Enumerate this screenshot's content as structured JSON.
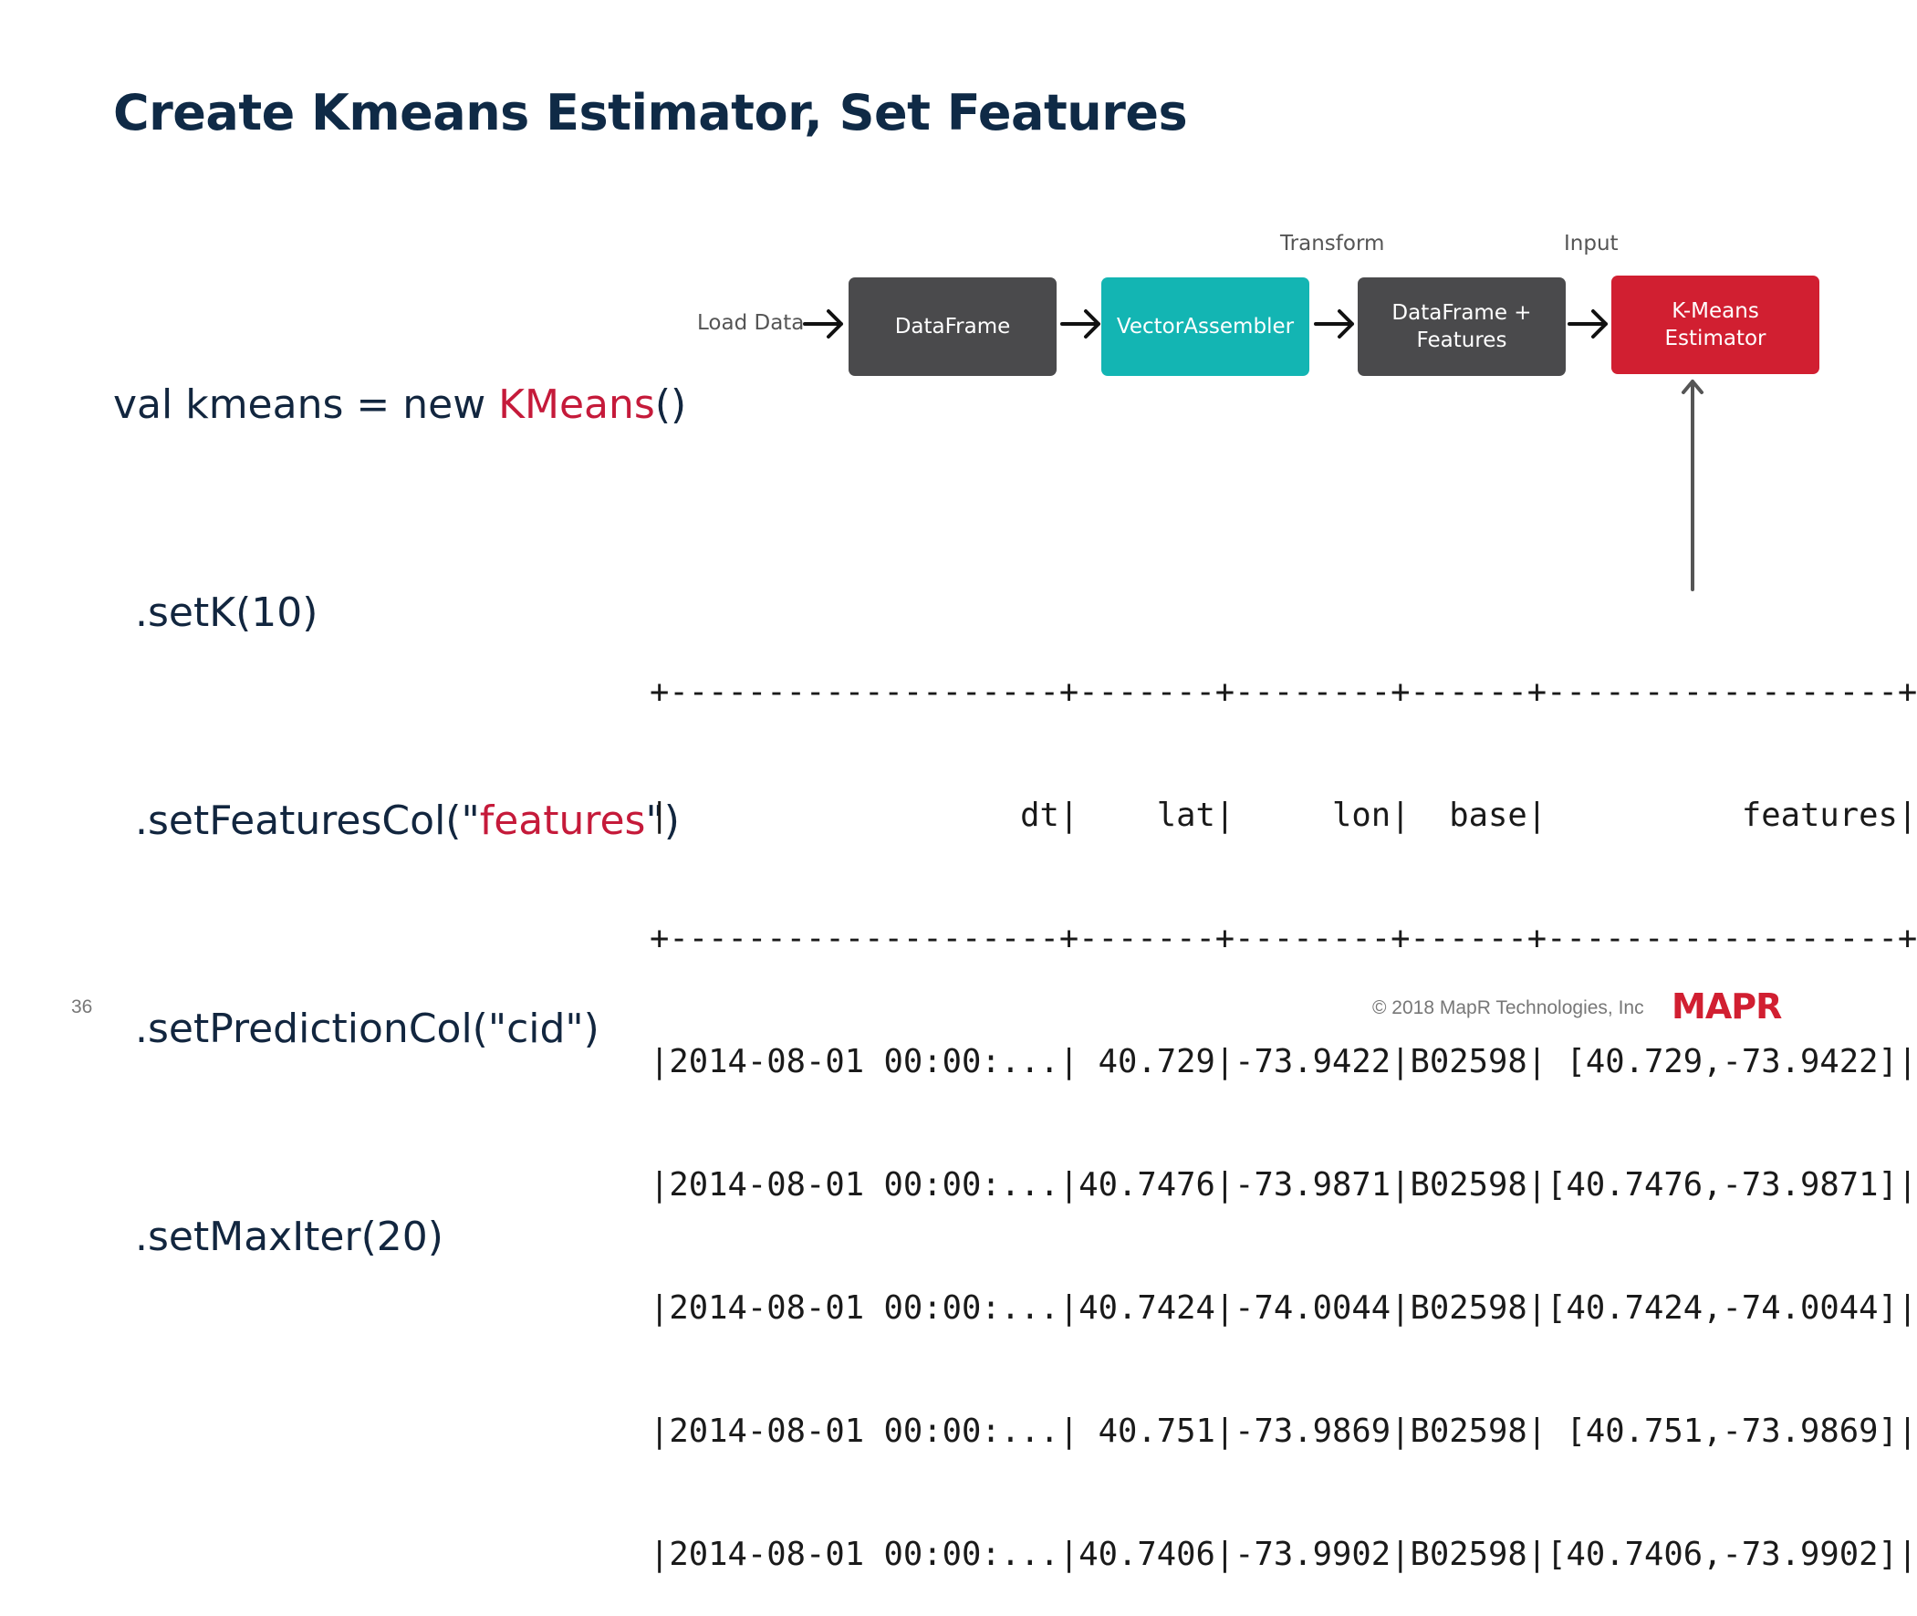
{
  "slide": {
    "title": "Create Kmeans Estimator, Set Features",
    "page_number": "36",
    "copyright": "© 2018 MapR Technologies, Inc",
    "logo_text": "MAPR"
  },
  "code": {
    "line1_pre": "val kmeans = new ",
    "line1_kw": "KMeans",
    "line1_post": "()",
    "line2": ".setK(10)",
    "line3_pre": ".setFeaturesCol(\"",
    "line3_kw": "features",
    "line3_post": "\")",
    "line4": ".setPredictionCol(\"cid\")",
    "line5": ".setMaxIter(20)"
  },
  "pipeline": {
    "load_label": "Load Data",
    "transform_label": "Transform",
    "input_label": "Input",
    "box_dataframe": "DataFrame",
    "box_vector": "VectorAssembler",
    "box_features_1": "DataFrame +",
    "box_features_2": "Features",
    "box_kmeans_1": "K-Means",
    "box_kmeans_2": "Estimator"
  },
  "table": {
    "border_top": "+--------------------+-------+--------+------+------------------+",
    "header": "|                  dt|    lat|     lon|  base|          features|",
    "border_mid": "+--------------------+-------+--------+------+------------------+",
    "rows": [
      "|2014-08-01 00:00:...| 40.729|-73.9422|B02598| [40.729,-73.9422]|",
      "|2014-08-01 00:00:...|40.7476|-73.9871|B02598|[40.7476,-73.9871]|",
      "|2014-08-01 00:00:...|40.7424|-74.0044|B02598|[40.7424,-74.0044]|",
      "|2014-08-01 00:00:...| 40.751|-73.9869|B02598| [40.751,-73.9869]|",
      "|2014-08-01 00:00:...|40.7406|-73.9902|B02598|[40.7406,-73.9902]|"
    ]
  },
  "colors": {
    "title": "#0f2a46",
    "keyword": "#c51a3a",
    "box_dark": "#4a4a4c",
    "box_teal": "#13b5b3",
    "box_red": "#d11f31",
    "logo": "#d11f31"
  }
}
